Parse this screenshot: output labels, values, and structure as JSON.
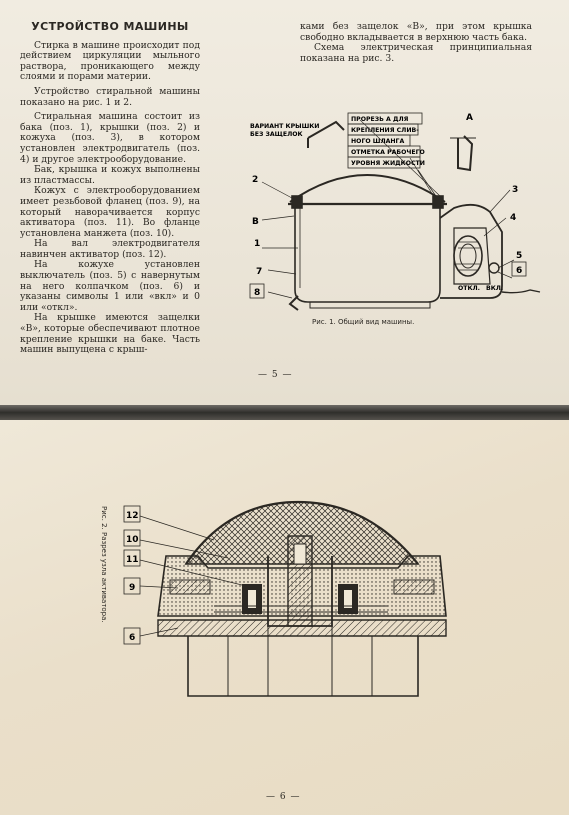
{
  "page5": {
    "heading": "УСТРОЙСТВО МАШИНЫ",
    "left_paragraphs": [
      "Стирка в машине происходит под действием циркуляции мыльного раствора, проникающего между слоями и порами материи.",
      "Устройство стиральной машины показано на рис. 1 и 2.",
      "Стиральная машина состоит из бака (поз. 1), крышки (поз. 2) и кожуха (поз. 3), в котором установлен электродвигатель (поз. 4) и другое электрооборудование.",
      "Бак, крышка и кожух выполнены из пластмассы.",
      "Кожух с электрооборудованием имеет резьбовой фланец (поз. 9), на который наворачивается корпус активатора (поз. 11). Во фланце установлена манжета (поз. 10).",
      "На вал электродвигателя навинчен активатор (поз. 12).",
      "На кожухе установлен выключатель (поз. 5) с навернутым на него колпачком (поз. 6) и указаны символы 1 или «вкл» и 0 или «откл».",
      "На крышке имеются защелки «В», которые обеспечивают плотное крепление крышки на баке. Часть машин выпущена с крыш-"
    ],
    "right_paragraphs": [
      "ками без защелок «В», при этом крышка свободно вкладывается в верхнюю часть бака.",
      "Схема электрическая принципиальная показана на рис. 3."
    ],
    "figure1": {
      "callout_left": [
        "ВАРИАНТ КРЫШКИ",
        "БЕЗ ЗАЩЕЛОК"
      ],
      "callout_right": [
        "ПРОРЕЗЬ А ДЛЯ",
        "КРЕПЛЕНИЯ СЛИВ-",
        "НОГО ШЛАНГА",
        "ОТМЕТКА РАБОЧЕГО",
        "УРОВНЯ ЖИДКОСТИ"
      ],
      "labels": {
        "n1": "1",
        "n2": "2",
        "n3": "3",
        "n4": "4",
        "n5": "5",
        "n6": "6",
        "n7": "7",
        "n8": "8",
        "b": "В",
        "a": "А"
      },
      "switch_off": "ОТКЛ.",
      "switch_on": "ВКЛ.",
      "caption": "Рис. 1. Общий вид машины."
    },
    "page_number": "— 5 —"
  },
  "page6": {
    "figure2": {
      "caption": "Рис. 2. Разрез узла активатора.",
      "labels": {
        "n12": "12",
        "n10": "10",
        "n11": "11",
        "n9": "9",
        "n6": "6"
      }
    },
    "page_number": "— 6 —"
  },
  "colors": {
    "ink": "#2b2823",
    "paper_top": "#ede7da",
    "paper_bottom": "#eadfca",
    "seam": "#3a3936"
  }
}
